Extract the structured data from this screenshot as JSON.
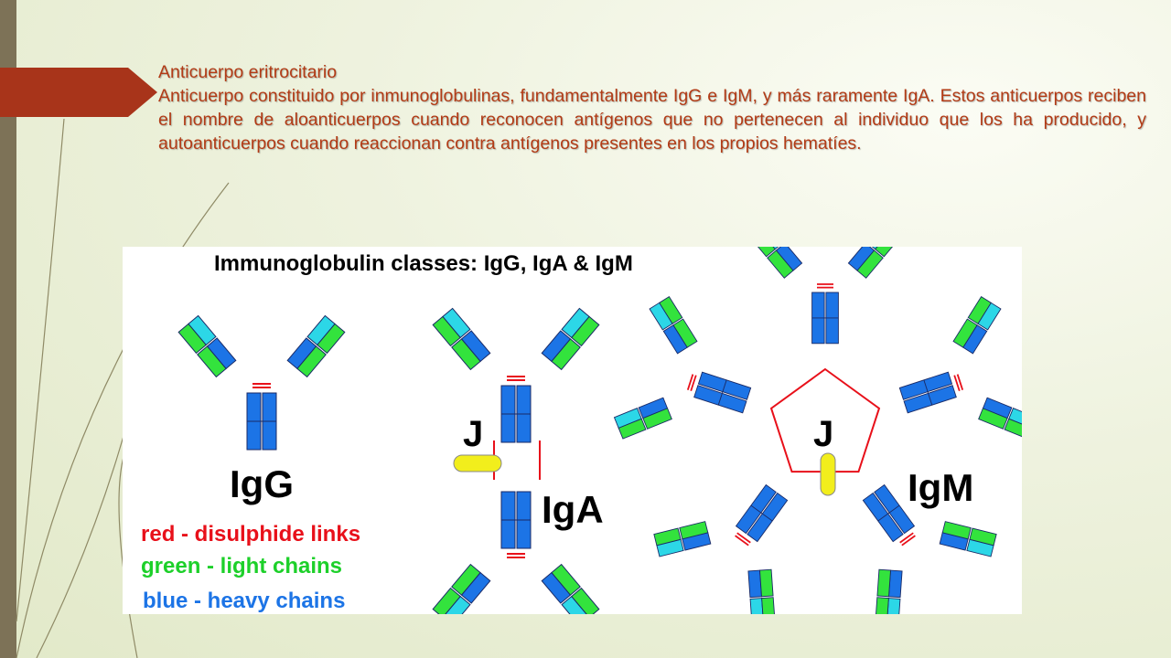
{
  "slide": {
    "title": "Anticuerpo eritrocitario",
    "description": "Anticuerpo constituido por inmunoglobulinas, fundamentalmente IgG e IgM, y más raramente IgA. Estos anticuerpos reciben el nombre de aloanticuerpos cuando reconocen antígenos que no pertenecen al individuo que los ha producido, y autoanticuerpos cuando reaccionan contra antígenos presentes en los propios hematíes."
  },
  "figure": {
    "heading": "Immunoglobulin classes:  IgG, IgA & IgM",
    "labels": {
      "igg": "IgG",
      "iga": "IgA",
      "igm": "IgM",
      "j_iga": "J",
      "j_igm": "J"
    },
    "legend": [
      {
        "text": "red - disulphide links",
        "color": "#e8101a"
      },
      {
        "text": "green - light chains",
        "color": "#1dd02a"
      },
      {
        "text": "blue - heavy chains",
        "color": "#1c74e6"
      }
    ]
  },
  "colors": {
    "title_text": "#b23b16",
    "arrow": "#a8341a",
    "left_bar": "#7d7257",
    "heavy_chain": "#1c74e6",
    "light_chain": "#33e33d",
    "variable_light": "#2cd7e7",
    "disulphide": "#e8101a",
    "j_chain": "#f2ee1c"
  }
}
